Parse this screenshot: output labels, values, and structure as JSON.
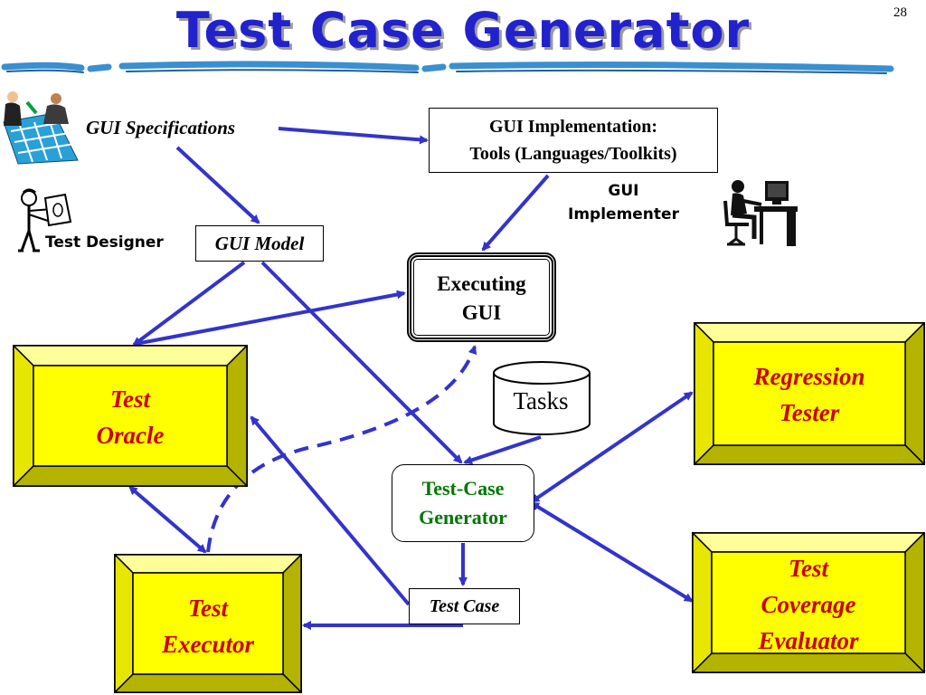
{
  "slide": {
    "title": "Test Case Generator",
    "page_number": "28"
  },
  "labels": {
    "gui_specifications": "GUI Specifications",
    "gui_implementation_line1": "GUI Implementation:",
    "gui_implementation_line2": "Tools (Languages/Toolkits)",
    "gui_model": "GUI Model",
    "executing_gui_line1": "Executing",
    "executing_gui_line2": "GUI",
    "tasks": "Tasks",
    "test_case_generator_line1": "Test-Case",
    "test_case_generator_line2": "Generator",
    "test_case": "Test Case",
    "test_designer": "Test Designer",
    "gui_implementer_line1": "GUI",
    "gui_implementer_line2": "Implementer"
  },
  "components": {
    "test_oracle": [
      "Test",
      "Oracle"
    ],
    "test_executor": [
      "Test",
      "Executor"
    ],
    "regression_tester": [
      "Regression",
      "Tester"
    ],
    "test_coverage_evaluator": [
      "Test",
      "Coverage",
      "Evaluator"
    ]
  },
  "colors": {
    "title": "#2222cc",
    "arrow": "#3333cc",
    "bevel_face": "#ffff00",
    "bevel_side_light": "#ffff99",
    "bevel_side_dark": "#b3b300",
    "bevel_label": "#cc0000",
    "generator_label": "#007700"
  }
}
